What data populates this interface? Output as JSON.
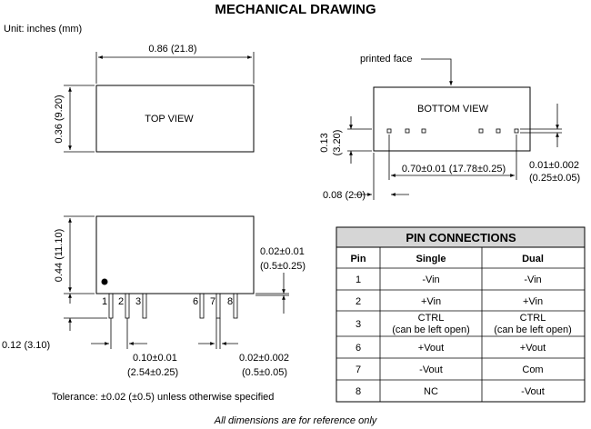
{
  "title": "MECHANICAL DRAWING",
  "unit_note": "Unit: inches (mm)",
  "top_view": {
    "label": "TOP VIEW",
    "width_dim": "0.86 (21.8)",
    "height_dim": "0.36 (9.20)"
  },
  "bottom_view": {
    "label": "BOTTOM VIEW",
    "printed_face": "printed face",
    "depth_dim_in": "0.13",
    "depth_dim_mm": "(3.20)",
    "pitch_dim": "0.70±0.01 (17.78±0.25)",
    "pin_width_in": "0.01±0.002",
    "pin_width_mm": "(0.25±0.05)",
    "offset_dim": "0.08 (2.0)"
  },
  "side_view": {
    "height_dim": "0.44 (11.10)",
    "pin_labels": [
      "1",
      "2",
      "3",
      "6",
      "7",
      "8"
    ],
    "lead_thk_in": "0.02±0.01",
    "lead_thk_mm": "(0.5±0.25)",
    "lead_len": "0.12 (3.10)",
    "pin_pitch_in": "0.10±0.01",
    "pin_pitch_mm": "(2.54±0.25)",
    "pin_width_in": "0.02±0.002",
    "pin_width_mm": "(0.5±0.05)"
  },
  "tolerance_note": "Tolerance: ±0.02 (±0.5) unless otherwise specified",
  "footer_note": "All dimensions are for reference only",
  "pin_table": {
    "title": "PIN CONNECTIONS",
    "headers": [
      "Pin",
      "Single",
      "Dual"
    ],
    "rows": [
      {
        "pin": "1",
        "single": "-Vin",
        "single2": "",
        "dual": "-Vin",
        "dual2": ""
      },
      {
        "pin": "2",
        "single": "+Vin",
        "single2": "",
        "dual": "+Vin",
        "dual2": ""
      },
      {
        "pin": "3",
        "single": "CTRL",
        "single2": "(can be left open)",
        "dual": "CTRL",
        "dual2": "(can be left open)"
      },
      {
        "pin": "6",
        "single": "+Vout",
        "single2": "",
        "dual": "+Vout",
        "dual2": ""
      },
      {
        "pin": "7",
        "single": "-Vout",
        "single2": "",
        "dual": "Com",
        "dual2": ""
      },
      {
        "pin": "8",
        "single": "NC",
        "single2": "",
        "dual": "-Vout",
        "dual2": ""
      }
    ],
    "colors": {
      "title_bg": "#d6d6d6",
      "border": "#000000"
    }
  }
}
